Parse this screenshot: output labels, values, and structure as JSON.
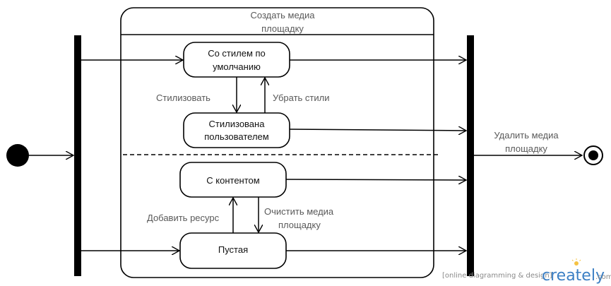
{
  "composite_state": {
    "title_line1": "Создать медиа",
    "title_line2": "площадку"
  },
  "states": {
    "default_style": {
      "line1": "Со стилем по",
      "line2": "умолчанию"
    },
    "user_styled": {
      "line1": "Стилизована",
      "line2": "пользователем"
    },
    "with_content": {
      "label": "С контентом"
    },
    "empty": {
      "label": "Пустая"
    }
  },
  "transitions": {
    "stylize": "Стилизовать",
    "remove_styles": "Убрать стили",
    "add_resource": "Добавить ресурс",
    "clear_line1": "Очистить медиа",
    "clear_line2": "площадку",
    "delete_line1": "Удалить медиа",
    "delete_line2": "площадку"
  },
  "watermark": {
    "tagline": "[online diagramming & design]",
    "logo": "creately",
    "domain": ".com"
  }
}
